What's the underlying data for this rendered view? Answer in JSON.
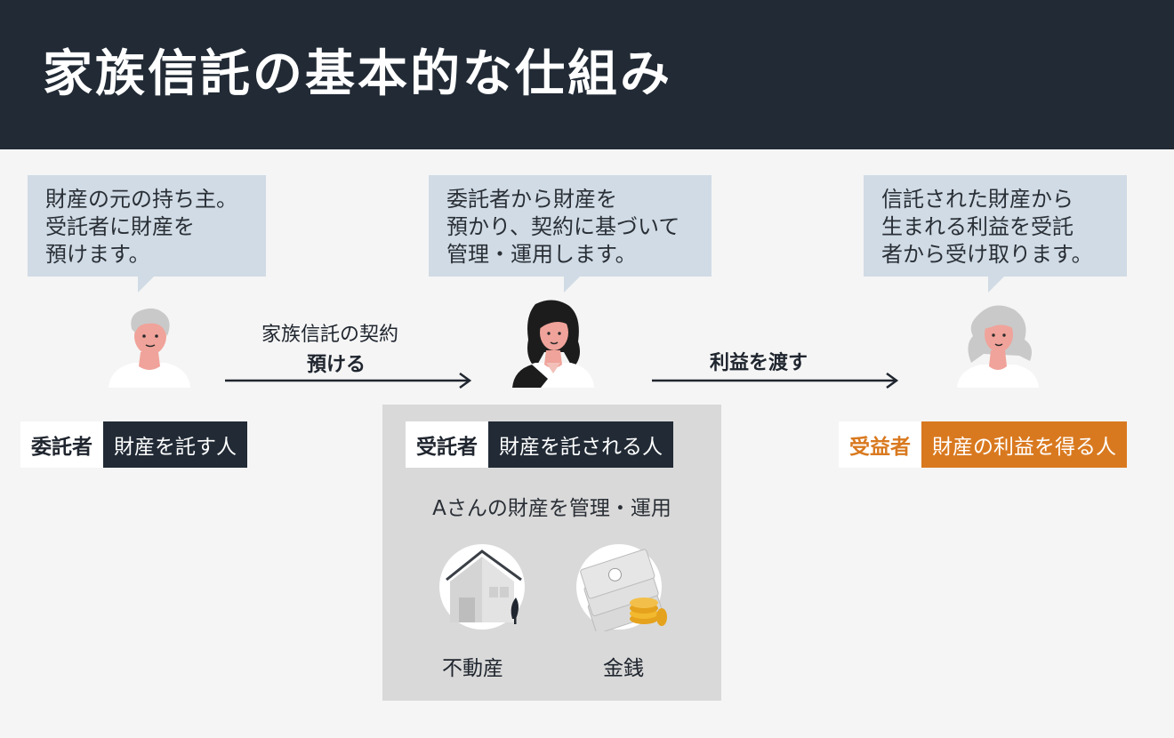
{
  "header": {
    "title": "家族信託の基本的な仕組み"
  },
  "bubbles": {
    "settlor": "財産の元の持ち主。\n受託者に財産を\n預けます。",
    "trustee": "委託者から財産を\n預かり、契約に基づいて\n管理・運用します。",
    "beneficiary": "信託された財産から\n生まれる利益を受託\n者から受け取ります。"
  },
  "arrows": {
    "contract": "家族信託の契約",
    "entrust": "預ける",
    "benefit": "利益を渡す"
  },
  "roles": {
    "settlor": {
      "name": "委託者",
      "desc": "財産を託す人"
    },
    "trustee": {
      "name": "受託者",
      "desc": "財産を託される人"
    },
    "beneficiary": {
      "name": "受益者",
      "desc": "財産の利益を得る人"
    }
  },
  "panel": {
    "caption": "Aさんの財産を管理・運用",
    "assets": {
      "real_estate": "不動産",
      "money": "金銭"
    }
  },
  "icons": {
    "settlor": "elderly-man-icon",
    "trustee": "woman-icon",
    "beneficiary": "elderly-woman-icon",
    "real_estate": "house-icon",
    "money": "banknotes-coins-icon"
  },
  "colors": {
    "header_bg": "#212a35",
    "bubble_bg": "#d0dbe5",
    "beneficiary_accent": "#d9791f",
    "panel_bg": "#d9d9d9"
  }
}
